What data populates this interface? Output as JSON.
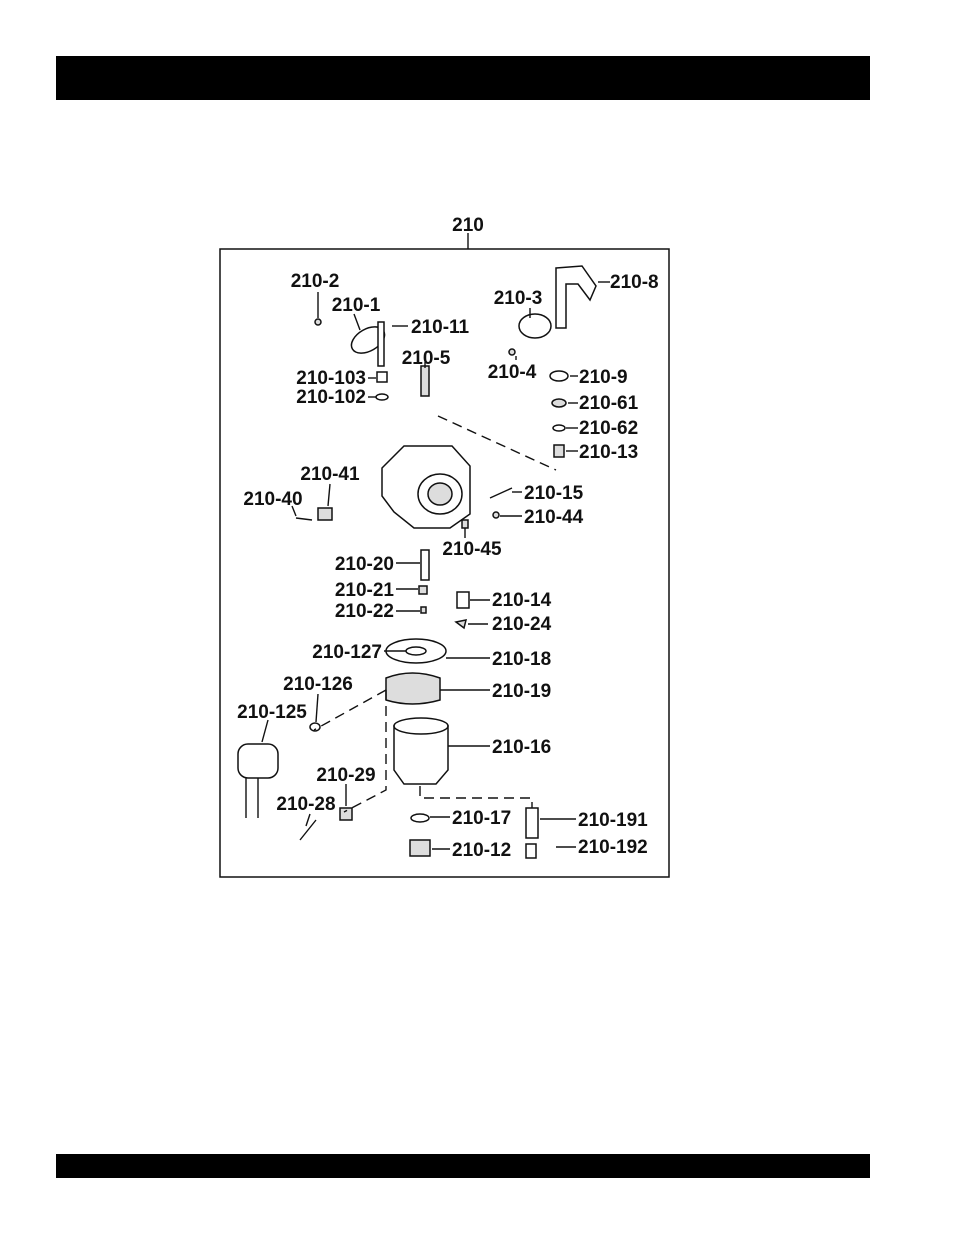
{
  "assembly": {
    "number": "210"
  },
  "parts": [
    "210-2",
    "210-1",
    "210-11",
    "210-8",
    "210-3",
    "210-5",
    "210-4",
    "210-9",
    "210-103",
    "210-102",
    "210-61",
    "210-62",
    "210-13",
    "210-41",
    "210-15",
    "210-40",
    "210-44",
    "210-45",
    "210-20",
    "210-21",
    "210-14",
    "210-22",
    "210-24",
    "210-127",
    "210-18",
    "210-126",
    "210-19",
    "210-125",
    "210-16",
    "210-29",
    "210-28",
    "210-17",
    "210-191",
    "210-12",
    "210-192"
  ]
}
